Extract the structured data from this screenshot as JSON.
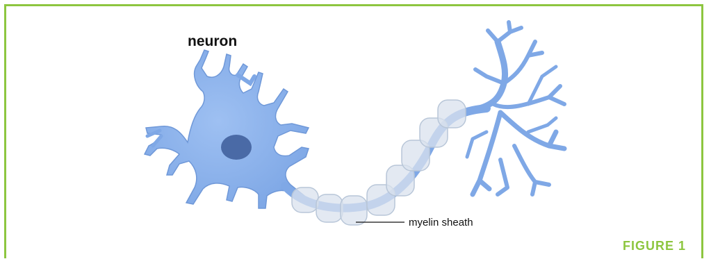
{
  "diagram": {
    "title": "neuron",
    "label_myelin": "myelin sheath",
    "figure_label": "FIGURE 1"
  },
  "colors": {
    "frame": "#8dc63f",
    "figure_label": "#8dc63f",
    "cell": "#7fa8e6",
    "cell_outline": "#6f98d8",
    "nucleus": "#4a6aa6",
    "myelin": "#d9e2ee",
    "text": "#111111"
  },
  "icons": {
    "cell_body": "neuron-cell-body-icon",
    "axon_terminal": "axon-terminal-icon"
  }
}
